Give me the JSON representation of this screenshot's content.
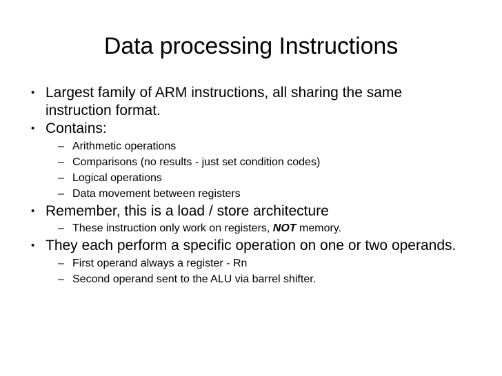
{
  "slide": {
    "title": "Data processing Instructions",
    "background_color": "#ffffff",
    "text_color": "#000000",
    "bullet_marker": "•",
    "sub_bullet_marker": "–",
    "content": [
      {
        "level": 1,
        "text": "Largest family of ARM instructions, all sharing the same instruction format."
      },
      {
        "level": 1,
        "text": "Contains:"
      },
      {
        "level": 2,
        "text": "Arithmetic operations"
      },
      {
        "level": 2,
        "text": "Comparisons (no results - just set condition codes)"
      },
      {
        "level": 2,
        "text": "Logical operations"
      },
      {
        "level": 2,
        "text": "Data movement between registers"
      },
      {
        "level": 1,
        "text": "Remember, this is a load / store architecture"
      },
      {
        "level": 2,
        "text_before": "These instruction only work on registers, ",
        "emphasis": "NOT",
        "text_after": " memory."
      },
      {
        "level": 1,
        "text": "They each perform a specific operation on one or two operands."
      },
      {
        "level": 2,
        "text": "First operand always a register - Rn"
      },
      {
        "level": 2,
        "text": "Second operand sent to the ALU via barrel shifter."
      }
    ]
  }
}
